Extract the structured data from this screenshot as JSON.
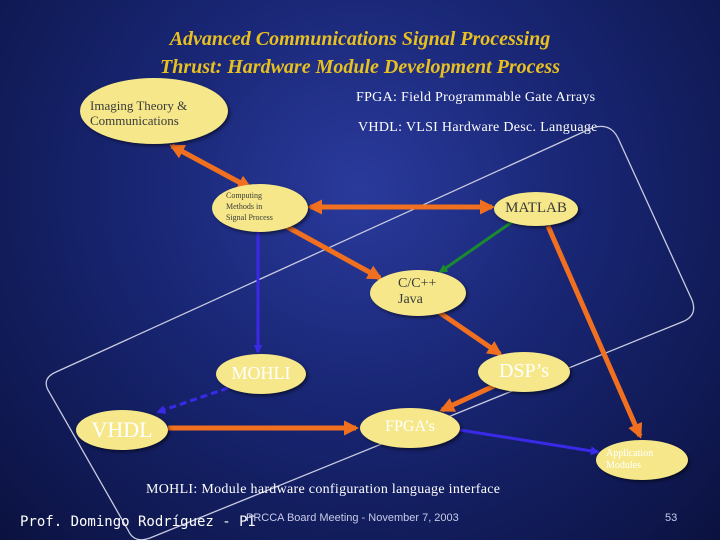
{
  "title_line1": "Advanced Communications Signal Processing",
  "title_line2": "Thrust: Hardware Module Development Process",
  "notes": {
    "fpga": "FPGA: Field Programmable Gate Arrays",
    "vhdl": "VHDL: VLSI Hardware Desc. Language",
    "mohli": "MOHLI: Module hardware configuration language interface"
  },
  "nodes": {
    "imaging": [
      "Imaging Theory &",
      "Communications"
    ],
    "computing": [
      "Computing",
      "Methods in",
      "Signal Process"
    ],
    "matlab": "MATLAB",
    "cpp": [
      "C/C++",
      "Java"
    ],
    "mohli": "MOHLI",
    "dsp": "DSP’s",
    "vhdl": "VHDL",
    "fpga": "FPGA’s",
    "app": [
      "Application",
      "Modules"
    ]
  },
  "footer": {
    "presenter": "Prof. Domingo Rodríguez - PI",
    "meeting": "PRCCA Board Meeting - November 7, 2003",
    "page": "53"
  },
  "colors": {
    "title": "#e8c020",
    "node_fill": "#f6e88a",
    "orange_arrow": "#f07020",
    "blue_arrow": "#3a2ae8",
    "green_arrow": "#1a8a30"
  }
}
